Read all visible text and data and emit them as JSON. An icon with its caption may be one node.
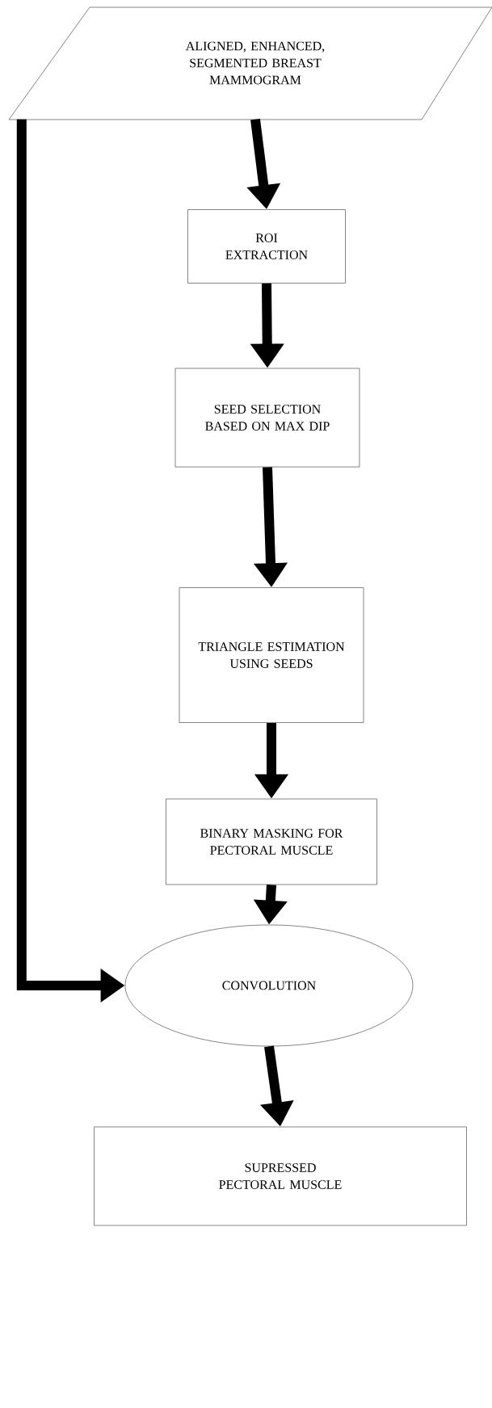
{
  "diagram": {
    "nodes": [
      {
        "text": [
          "ALIGNED, ENHANCED, SEGMENTED BREAST MAMMOGRAM"
        ]
      },
      {
        "text": [
          "ROI EXTRACTION"
        ]
      },
      {
        "text": [
          "SEED SELECTION BASED ON MAX DIP"
        ]
      },
      {
        "text": [
          "TRIANGLE ESTIMATION USING SEEDS"
        ]
      },
      {
        "text": [
          "BINARY MASKING FOR PECTORAL MUSCLE"
        ]
      },
      {
        "text": [
          "CONVOLUTION"
        ]
      },
      {
        "text": [
          "SUPRESSED PECTORAL MUSCLE"
        ]
      }
    ],
    "edges": [
      {
        "from": 0,
        "to": 1,
        "arrow": "to"
      },
      {
        "from": 1,
        "to": 2,
        "arrow": "to"
      },
      {
        "from": 2,
        "to": 3,
        "arrow": "to"
      },
      {
        "from": 3,
        "to": 4,
        "arrow": "to"
      },
      {
        "from": 4,
        "to": 5,
        "arrow": "to"
      },
      {
        "from": 0,
        "to": 5,
        "arrow": "to"
      },
      {
        "from": 5,
        "to": 6,
        "arrow": "to"
      }
    ]
  }
}
